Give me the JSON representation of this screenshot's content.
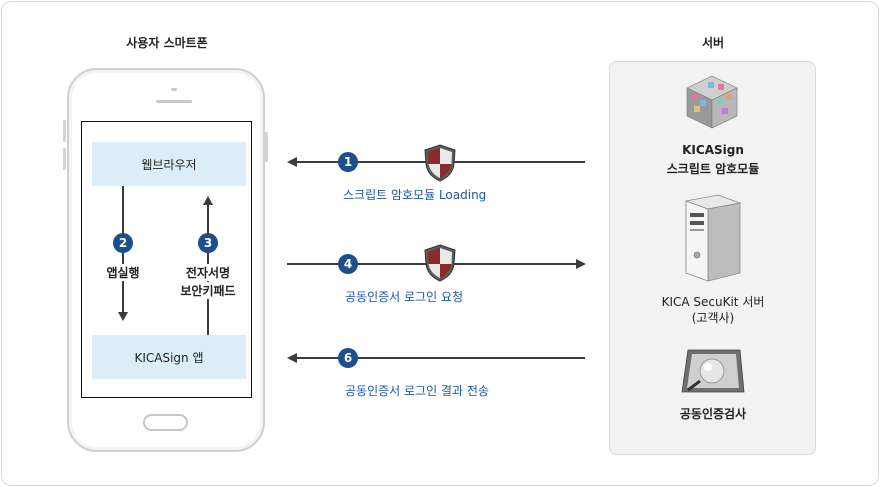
{
  "header": {
    "left_title": "사용자 스마트폰",
    "right_title": "서버"
  },
  "phone": {
    "browser_box": "웹브라우저",
    "app_box": "KICASign 앱",
    "step2_label": "앱실행",
    "step3_label_line1": "전자서명",
    "step3_label_line2": "보안키패드"
  },
  "steps": [
    {
      "num": "1",
      "text": "스크립트 암호모듈 Loading"
    },
    {
      "num": "2",
      "text": "앱실행"
    },
    {
      "num": "3",
      "text": "전자서명 보안키패드"
    },
    {
      "num": "4",
      "text": "공동인증서 로그인 요청"
    },
    {
      "num": "6",
      "text": "공동인증서 로그인 결과 전송"
    }
  ],
  "server": {
    "module_line1": "KICASign",
    "module_line2": "스크립트 암호모듈",
    "secukit_line1": "KICA SecuKit 서버",
    "secukit_line2": "(고객사)",
    "verify": "공동인증검사"
  },
  "colors": {
    "accent_blue": "#1d4f8c",
    "step_text_blue": "#1d58a3",
    "box_fill": "#dbeef8",
    "server_panel": "#f2f2f2"
  }
}
